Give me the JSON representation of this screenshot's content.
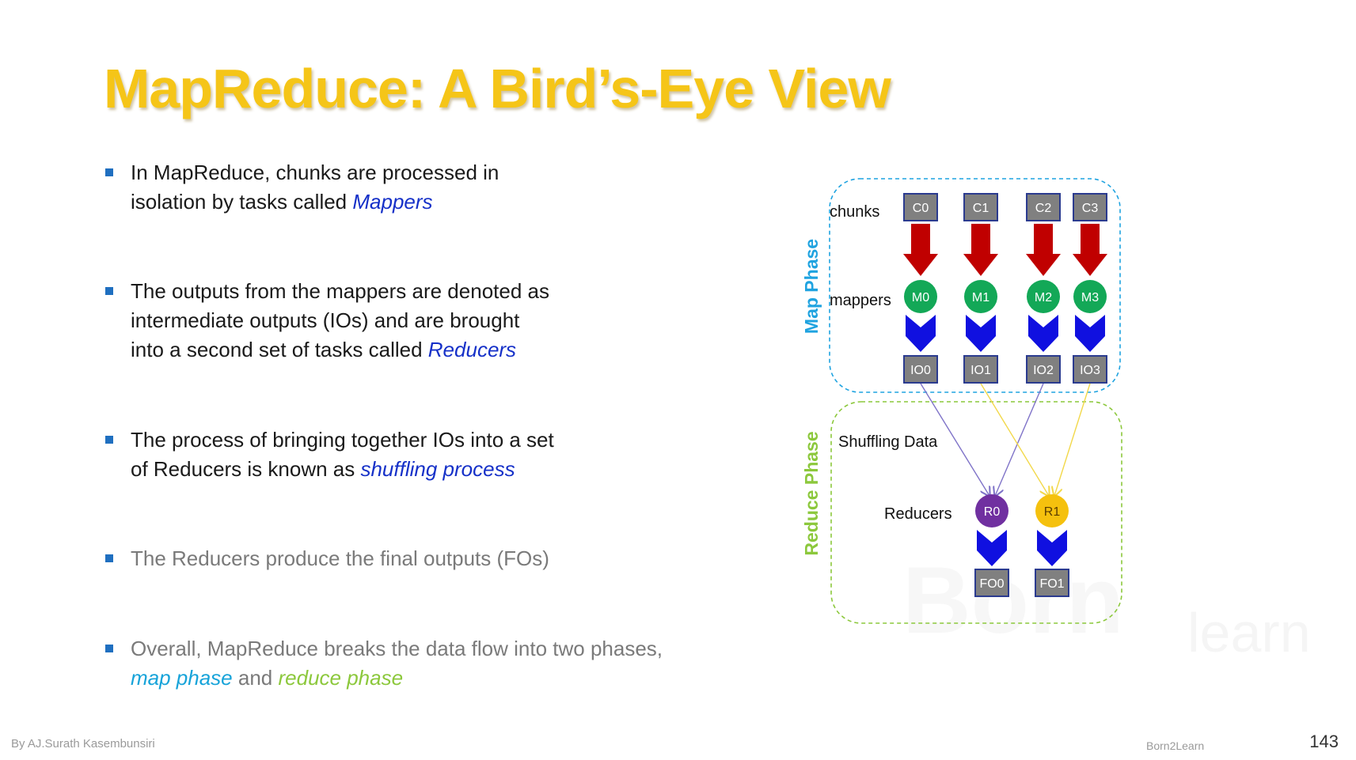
{
  "title": "MapReduce: A Bird’s-Eye View",
  "bullets": {
    "b1": {
      "l1": "In MapReduce, chunks are processed in",
      "l2a": "isolation by tasks called ",
      "l2b": "Mappers"
    },
    "b2": {
      "l1": "The outputs from the mappers are denoted as",
      "l2": "intermediate outputs (IOs) and are brought",
      "l3a": "into a second set of tasks called ",
      "l3b": "Reducers"
    },
    "b3": {
      "l1": "The process of bringing together IOs into a set",
      "l2a": "of Reducers is known as ",
      "l2b": "shuffling process"
    },
    "b4": {
      "l1": "The Reducers produce the final outputs (FOs)"
    },
    "b5": {
      "l1": "Overall, MapReduce breaks the data flow into two phases,",
      "l2a": "map phase",
      "l2b": " and ",
      "l2c": "reduce phase"
    }
  },
  "diagram": {
    "map_phase_label": "Map Phase",
    "reduce_phase_label": "Reduce Phase",
    "chunks_label": "chunks",
    "mappers_label": "mappers",
    "shuffling_label": "Shuffling Data",
    "reducers_label": "Reducers",
    "chunks": [
      "C0",
      "C1",
      "C2",
      "C3"
    ],
    "mappers": [
      "M0",
      "M1",
      "M2",
      "M3"
    ],
    "intermediate_outputs": [
      "IO0",
      "IO1",
      "IO2",
      "IO3"
    ],
    "reducers": [
      "R0",
      "R1"
    ],
    "final_outputs": [
      "FO0",
      "FO1"
    ],
    "colors": {
      "map_phase": "#1fa3e0",
      "reduce_phase": "#8cc83c",
      "chunk_arrow": "#c00000",
      "mapper_circle": "#13a857",
      "chevron": "#1010e0",
      "box": "#808080",
      "box_border": "#2b3b8f",
      "reducer_r0": "#7030a0",
      "reducer_r1": "#f5c10e",
      "shuffle_purple": "#7f73c8",
      "shuffle_yellow": "#f2d84a"
    }
  },
  "footer": {
    "author": "By AJ.Surath Kasembunsiri",
    "brand": "Born2Learn",
    "page": "143"
  },
  "watermark": {
    "big": "Born",
    "small": "learn"
  }
}
